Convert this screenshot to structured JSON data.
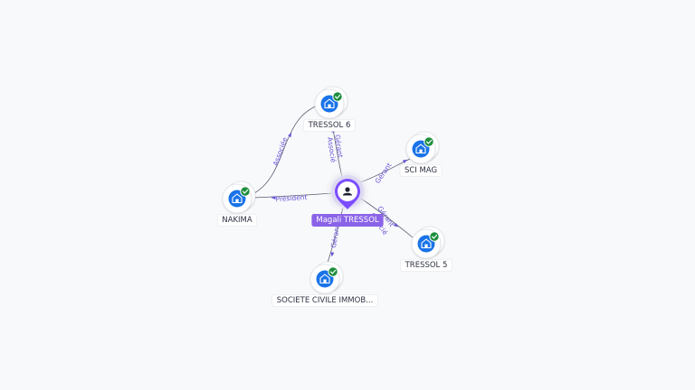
{
  "colors": {
    "company_icon": "#1a73e8",
    "verified_badge": "#1e8e3e",
    "person_accent": "#7c4dff",
    "person_label_bg": "#8a63e8",
    "edge_label": "#6b55d8",
    "edge_line": "#5b5f73"
  },
  "center": {
    "name": "Magali TRESSOL",
    "icon": "person-icon"
  },
  "companies": [
    {
      "id": "tressol6",
      "name": "TRESSOL 6",
      "icon": "company-building-icon",
      "verified": true
    },
    {
      "id": "scimag",
      "name": "SCI MAG",
      "icon": "company-building-icon",
      "verified": true
    },
    {
      "id": "nakima",
      "name": "NAKIMA",
      "icon": "company-building-icon",
      "verified": true
    },
    {
      "id": "tressol5",
      "name": "TRESSOL 5",
      "icon": "company-building-icon",
      "verified": true
    },
    {
      "id": "sci_immob",
      "name": "SOCIETE CIVILE IMMOB...",
      "icon": "company-building-icon",
      "verified": true
    }
  ],
  "links": [
    {
      "id": "l_tressol6",
      "from": "center",
      "to": "tressol6",
      "roles": [
        "Gérant",
        "Associé"
      ]
    },
    {
      "id": "l_scimag",
      "from": "center",
      "to": "scimag",
      "roles": [
        "Gérant"
      ]
    },
    {
      "id": "l_nakima",
      "from": "center",
      "to": "nakima",
      "roles": [
        "Président"
      ]
    },
    {
      "id": "l_tressol5",
      "from": "center",
      "to": "tressol5",
      "roles": [
        "Gérant",
        "Associé"
      ]
    },
    {
      "id": "l_sci_immob",
      "from": "center",
      "to": "sci_immob",
      "roles": [
        "Gérant"
      ]
    },
    {
      "id": "l_nakima_tressol6",
      "from": "nakima",
      "to": "tressol6",
      "roles": [
        "Associée"
      ]
    }
  ]
}
